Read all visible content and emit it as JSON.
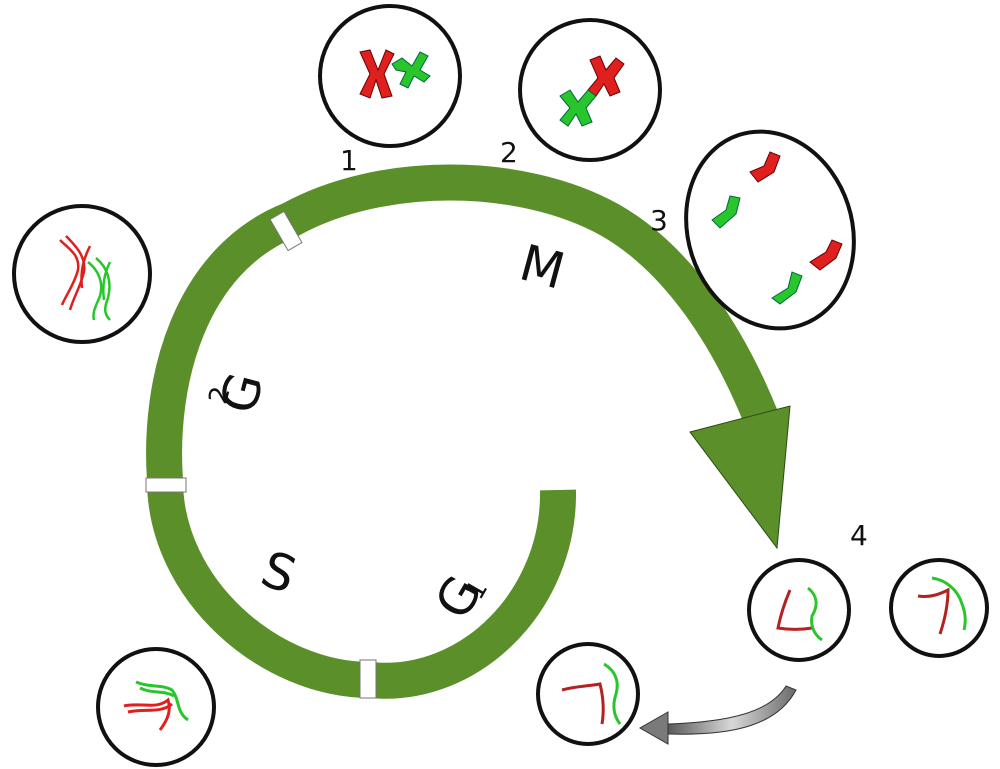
{
  "colors": {
    "cycle": "#5a8f29",
    "cycle_edge": "#2f4a14",
    "red": "#e01f1f",
    "green": "#28c62a",
    "dark_red": "#b52020",
    "outline": "#111111",
    "arrow_gray": "#8a8a8a"
  },
  "stages": {
    "s1": "1",
    "s2": "2",
    "s3": "3",
    "s4": "4"
  },
  "phases": {
    "m": "M",
    "g2": "G",
    "g2_sub": "2",
    "s": "S",
    "g1": "G",
    "g1_sub": "1"
  }
}
